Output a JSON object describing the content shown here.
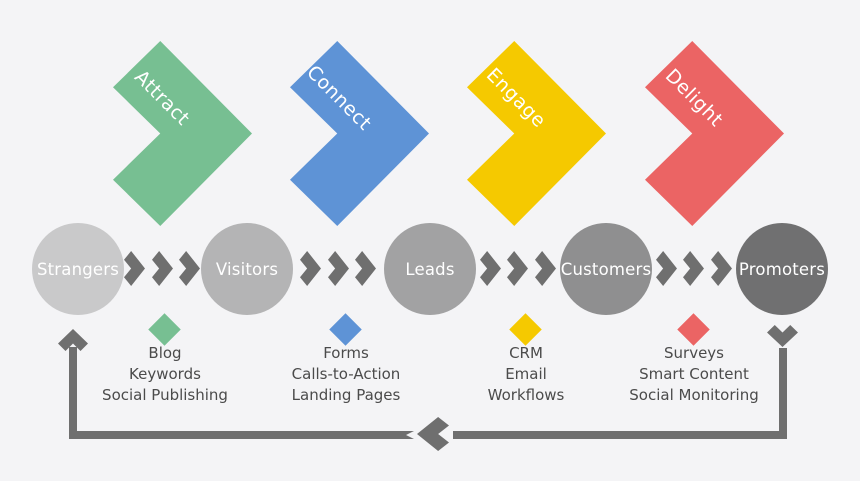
{
  "background_color": "#f4f4f6",
  "stages": [
    {
      "label": "Attract",
      "color": "#77bf92"
    },
    {
      "label": "Connect",
      "color": "#5e93d6"
    },
    {
      "label": "Engage",
      "color": "#f5c900"
    },
    {
      "label": "Delight",
      "color": "#eb6464"
    }
  ],
  "audience": [
    {
      "label": "Strangers",
      "color": "#c9c9ca"
    },
    {
      "label": "Visitors",
      "color": "#b4b4b5"
    },
    {
      "label": "Leads",
      "color": "#a2a2a3"
    },
    {
      "label": "Customers",
      "color": "#8f8f90"
    },
    {
      "label": "Promoters",
      "color": "#707071"
    }
  ],
  "tools": [
    {
      "stage": "Attract",
      "diamond_color": "#77bf92",
      "items": [
        "Blog",
        "Keywords",
        "Social Publishing"
      ]
    },
    {
      "stage": "Connect",
      "diamond_color": "#5e93d6",
      "items": [
        "Forms",
        "Calls-to-Action",
        "Landing Pages"
      ]
    },
    {
      "stage": "Engage",
      "diamond_color": "#f5c900",
      "items": [
        "CRM",
        "Email",
        "Workflows"
      ]
    },
    {
      "stage": "Delight",
      "diamond_color": "#eb6464",
      "items": [
        "Surveys",
        "Smart Content",
        "Social Monitoring"
      ]
    }
  ],
  "flow_arrow_color": "#6f6f6f",
  "loop_color": "#6f6f6f",
  "icons": {
    "flow-arrow": "chevron-right",
    "loop-start": "chevron-up",
    "loop-end": "chevron-down",
    "loop-mid": "chevron-left",
    "tool-marker": "diamond"
  }
}
